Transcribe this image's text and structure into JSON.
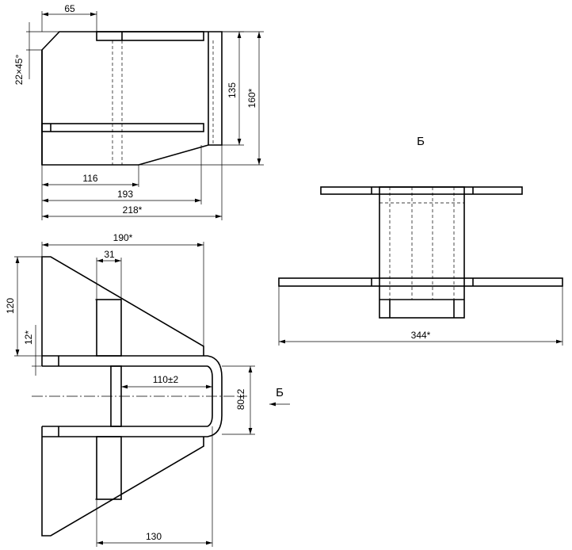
{
  "dimensions": {
    "top_width_65": "65",
    "chamfer": "22×45°",
    "height_135": "135",
    "height_160": "160*",
    "width_116": "116",
    "width_193": "193",
    "width_218": "218*",
    "width_190": "190*",
    "width_31": "31",
    "height_120": "120",
    "height_12": "12*",
    "width_110": "110±2",
    "height_80": "80±2",
    "width_130": "130",
    "width_344": "344*"
  },
  "view_labels": {
    "section_b_title": "Б",
    "arrow_b_label": "Б"
  }
}
